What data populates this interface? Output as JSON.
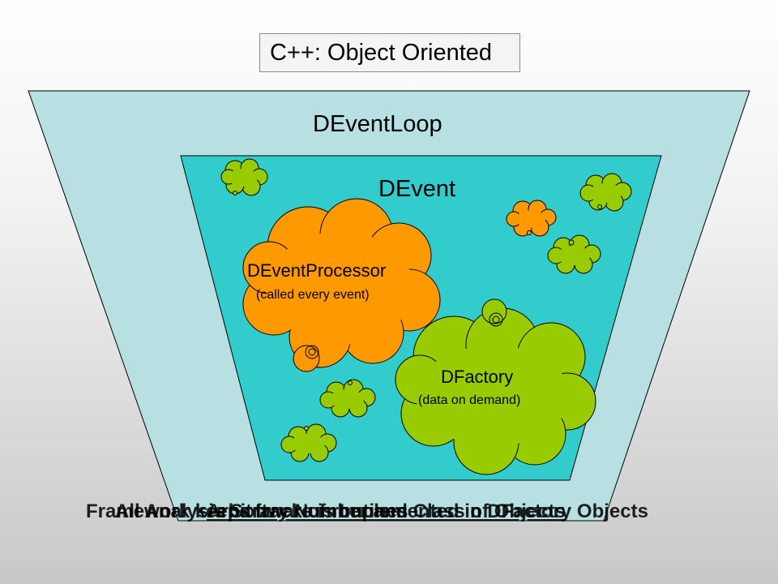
{
  "title": "C++: Object Oriented",
  "labels": {
    "event_loop": "DEventLoop",
    "event": "DEvent",
    "processor": "DEventProcessor",
    "processor_sub": "(called every event)",
    "factory": "DFactory",
    "factory_sub": "(data on demand)"
  },
  "captions": [
    "Framework keeps track of routines",
    "All Analysis Software is Implemented in DFactory Objects",
    "Arbitrary Number and Class of Objects"
  ],
  "colors": {
    "outer_trapezoid": "#b8e0e2",
    "inner_trapezoid": "#33cccc",
    "processor_cloud": "#ff9900",
    "factory_cloud": "#99cc00",
    "outline": "#000000"
  }
}
